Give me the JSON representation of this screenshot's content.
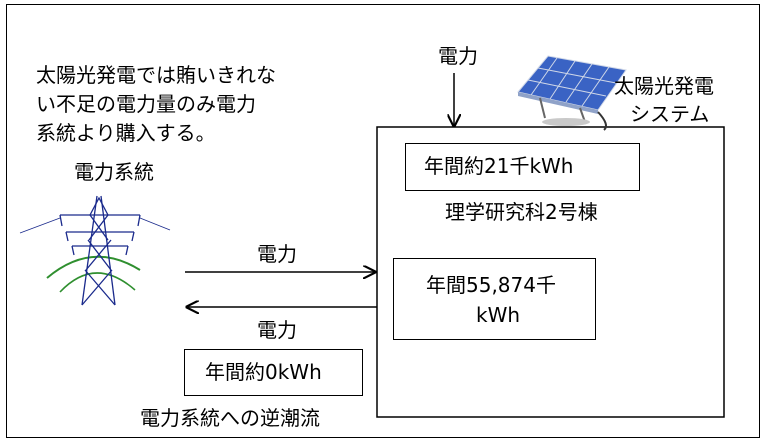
{
  "description_lines": [
    "太陽光発電では賄いきれな",
    "い不足の電力量のみ電力",
    "系統より購入する。"
  ],
  "grid": {
    "label": "電力系統"
  },
  "solar": {
    "label_line1": "太陽光発電",
    "label_line2": "システム",
    "input_arrow_label": "電力",
    "annual_generation": "年間約21千kWh"
  },
  "building": {
    "name": "理学研究科2号棟",
    "annual_consumption_line1": "年間55,874千",
    "annual_consumption_line2": "kWh"
  },
  "flows": {
    "purchase_label": "電力",
    "reverse_label": "電力",
    "reverse_amount": "年間約0kWh",
    "reverse_caption": "電力系統への逆潮流"
  }
}
